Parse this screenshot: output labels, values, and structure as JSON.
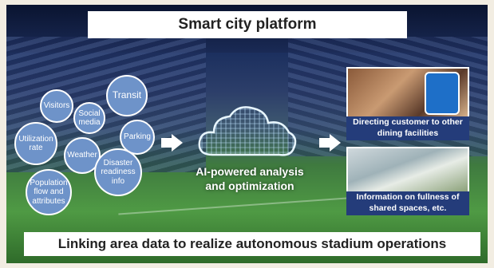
{
  "title": "Smart city platform",
  "data_sources": [
    {
      "id": "visitors",
      "label": "Visitors"
    },
    {
      "id": "social-media",
      "label": "Social\nmedia"
    },
    {
      "id": "transit",
      "label": "Transit"
    },
    {
      "id": "utilization-rate",
      "label": "Utilization\nrate"
    },
    {
      "id": "weather",
      "label": "Weather"
    },
    {
      "id": "parking",
      "label": "Parking"
    },
    {
      "id": "population-flow",
      "label": "Population\nflow and\nattributes"
    },
    {
      "id": "disaster-readiness",
      "label": "Disaster\nreadiness\ninfo"
    }
  ],
  "analysis_label": "AI-powered analysis\nand optimization",
  "outputs": [
    {
      "id": "directing-customers",
      "caption": "Directing customer to other\ndining facilities"
    },
    {
      "id": "fullness-info",
      "caption": "Information on fullness of\nshared spaces, etc."
    }
  ],
  "footer": "Linking area data to realize autonomous stadium operations",
  "colors": {
    "circle": "#6e93c9",
    "caption_bg": "#243c7a",
    "panel": "#ffffff"
  }
}
